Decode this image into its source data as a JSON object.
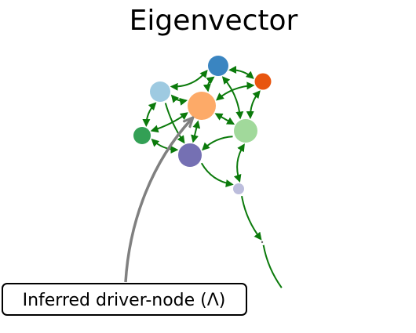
{
  "title": "Eigenvector",
  "callout": {
    "label": "Inferred driver-node (Λ)"
  },
  "colors": {
    "edge": "#0b7a0b",
    "callout_arrow": "#808080",
    "callout_border": "#000000"
  },
  "nodes": [
    {
      "id": "blue-node",
      "color": "#3a85c1"
    },
    {
      "id": "red-orange-node",
      "color": "#e8550f"
    },
    {
      "id": "light-blue-node",
      "color": "#9ecae1"
    },
    {
      "id": "orange-node",
      "color": "#fdaa68"
    },
    {
      "id": "light-green-node",
      "color": "#a1d99b"
    },
    {
      "id": "green-node",
      "color": "#33a055"
    },
    {
      "id": "purple-node",
      "color": "#7570b3"
    },
    {
      "id": "lavender-node",
      "color": "#bcbddc"
    },
    {
      "id": "tiny-node",
      "color": "#6b6b6b"
    }
  ]
}
